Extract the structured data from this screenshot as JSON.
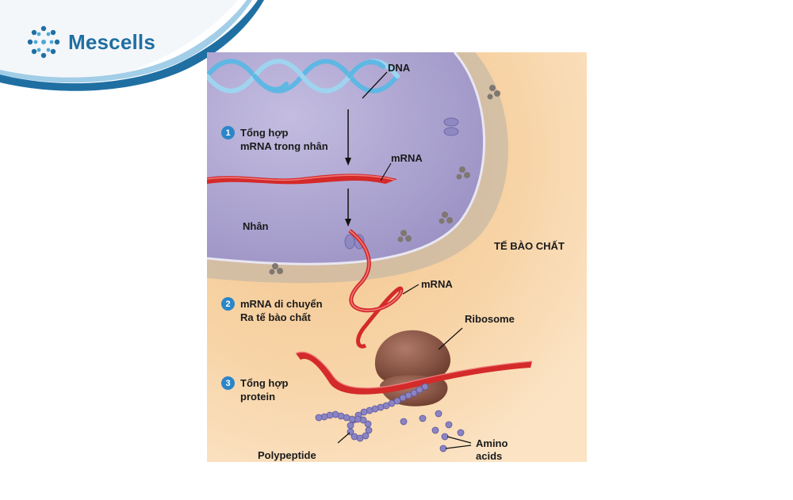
{
  "brand": {
    "name": "Mescells"
  },
  "labels": {
    "dna": "DNA",
    "mrna_top": "mRNA",
    "nucleus": "Nhân",
    "cytoplasm": "TẾ BÀO CHẤT",
    "mrna_mid": "mRNA",
    "ribosome": "Ribosome",
    "polypeptide": "Polypeptide",
    "amino_line1": "Amino",
    "amino_line2": "acids"
  },
  "steps": [
    {
      "num": "1",
      "line1": "Tổng hợp",
      "line2": "mRNA trong nhân"
    },
    {
      "num": "2",
      "line1": "mRNA di chuyển",
      "line2": "Ra tế bào chất"
    },
    {
      "num": "3",
      "line1": "Tổng hợp",
      "line2": "protein"
    }
  ],
  "colors": {
    "brand": "#1f6fa3",
    "accent_blue": "#2a86c8",
    "cytoplasm": "#f6cf9c",
    "nucleus": "#a79fcb",
    "mrna": "#d42a2a",
    "ribosome": "#8a5444",
    "amino": "#8a84c4"
  }
}
